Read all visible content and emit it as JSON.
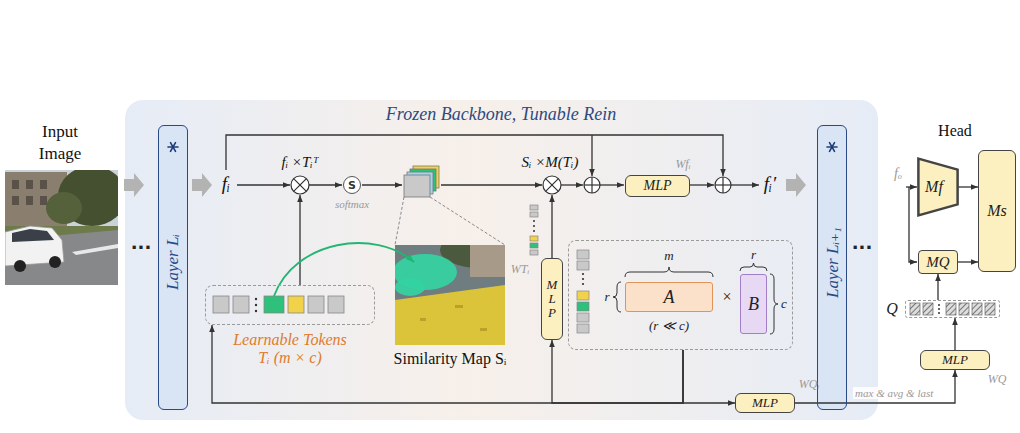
{
  "diagram": {
    "nodes": [
      {
        "text": [
          "Frozen Backbone, Tunable Rein"
        ]
      },
      {
        "text": [
          "Layer Lᵢ"
        ],
        "in": 0
      },
      {
        "text": [
          "S",
          "softmax"
        ],
        "in": 0
      },
      {
        "text": [
          "MLP",
          "Wfᵢ"
        ],
        "in": 0
      },
      {
        "text": [
          "Layer Lᵢ₊₁"
        ],
        "in": 0
      },
      {
        "text": [
          "Learnable Tokens Tᵢ (m × c)"
        ],
        "in": 0
      },
      {
        "text": [
          "Similarity Map Sᵢ"
        ],
        "in": 0
      },
      {
        "text": [
          "MLP",
          "WTᵢ"
        ],
        "in": 0
      },
      {
        "text": [
          "(r ≪ c)"
        ],
        "in": 0
      },
      {
        "text": [
          "A"
        ],
        "in": 8
      },
      {
        "text": [
          "B"
        ],
        "in": 8
      },
      {
        "text": [
          "MLP",
          "WQᵢ"
        ],
        "in": 0
      },
      {
        "text": [
          "Mf"
        ]
      },
      {
        "text": [
          "MQ"
        ]
      },
      {
        "text": [
          "Ms"
        ]
      },
      {
        "text": [
          "Q"
        ]
      },
      {
        "text": [
          "MLP",
          "WQ"
        ]
      }
    ],
    "edges": [
      {
        "from": 8,
        "to": 5,
        "arrow": "to"
      },
      {
        "from": 8,
        "to": 7,
        "arrow": "to"
      },
      {
        "from": 8,
        "to": 11,
        "arrow": "to"
      },
      {
        "from": 11,
        "to": 16,
        "label": "max & avg & last",
        "arrow": "to"
      },
      {
        "from": 16,
        "to": 15,
        "arrow": "to"
      },
      {
        "from": 15,
        "to": 13,
        "arrow": "to"
      },
      {
        "from": 12,
        "to": 14,
        "arrow": "to"
      },
      {
        "from": 13,
        "to": 14,
        "arrow": "to"
      }
    ],
    "labels": [
      "Input Image",
      "...",
      "fᵢ",
      "fᵢ ×Tᵢᵀ",
      "Sᵢ ×M(Tᵢ)",
      "fᵢ′",
      "...",
      "Head",
      "fₒ",
      "m",
      "r",
      "×",
      "r",
      "c"
    ]
  }
}
